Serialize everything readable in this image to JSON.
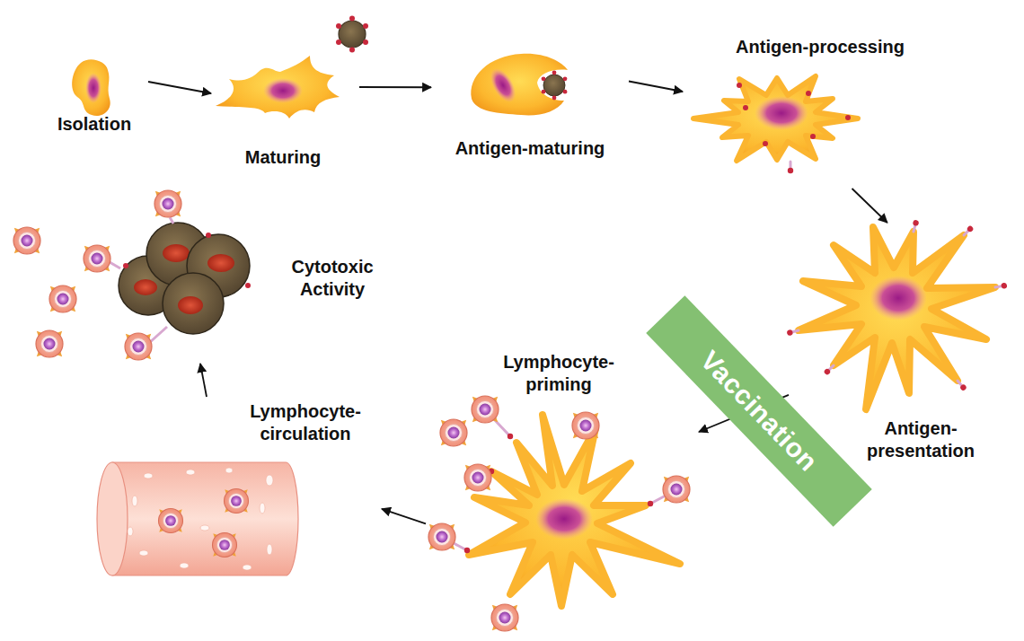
{
  "diagram": {
    "nodes": [
      {
        "text": [
          "Isolation"
        ]
      },
      {
        "text": [
          "Maturing"
        ]
      },
      {
        "text": [
          "Antigen-maturing"
        ]
      },
      {
        "text": [
          "Antigen-processing"
        ]
      },
      {
        "text": [
          "Antigen- presentation"
        ]
      },
      {
        "text": [
          "Lymphocyte- priming"
        ]
      },
      {
        "text": [
          "Lymphocyte- circulation"
        ]
      },
      {
        "text": [
          "Cytotoxic Activity"
        ]
      },
      {
        "text": [
          "Vaccination"
        ]
      }
    ],
    "edges": [
      {
        "from": 0,
        "to": 1,
        "arrow": "to"
      },
      {
        "from": 1,
        "to": 2,
        "arrow": "to"
      },
      {
        "from": 2,
        "to": 3,
        "arrow": "to"
      },
      {
        "from": 3,
        "to": 4,
        "arrow": "to"
      },
      {
        "from": 4,
        "to": 5,
        "arrow": "to"
      },
      {
        "from": 5,
        "to": 6,
        "arrow": "to"
      },
      {
        "from": 6,
        "to": 7,
        "arrow": "to"
      }
    ]
  }
}
